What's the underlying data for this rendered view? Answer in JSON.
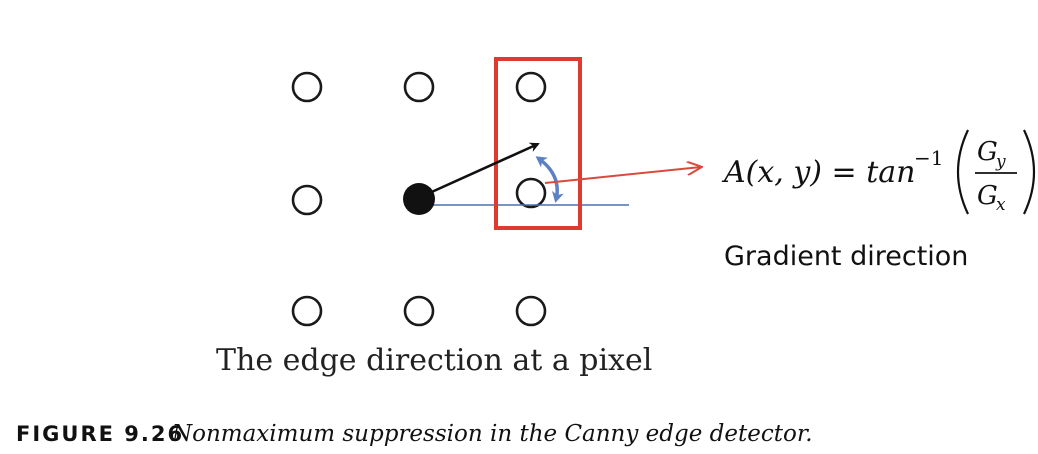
{
  "diagram": {
    "formula": {
      "lhs": "A(x, y) = tan",
      "exponent": "−1",
      "numerator": "G",
      "numerator_sub": "y",
      "denominator": "G",
      "denominator_sub": "x"
    },
    "gradient_label": "Gradient direction",
    "edge_caption": "The edge direction at a pixel"
  },
  "figure": {
    "number": "FIGURE 9.26",
    "caption": "Nonmaximum suppression in the Canny edge detector."
  },
  "colors": {
    "highlight_box": "#dd3b2f",
    "gradient_pointer": "#d94a3e",
    "horizontal_reference": "#4f6fb5",
    "angle_arc": "#5b80c4",
    "gradient_vector": "#111111"
  },
  "icons": {
    "pixel": "hollow-circle",
    "center_pixel": "filled-circle"
  }
}
